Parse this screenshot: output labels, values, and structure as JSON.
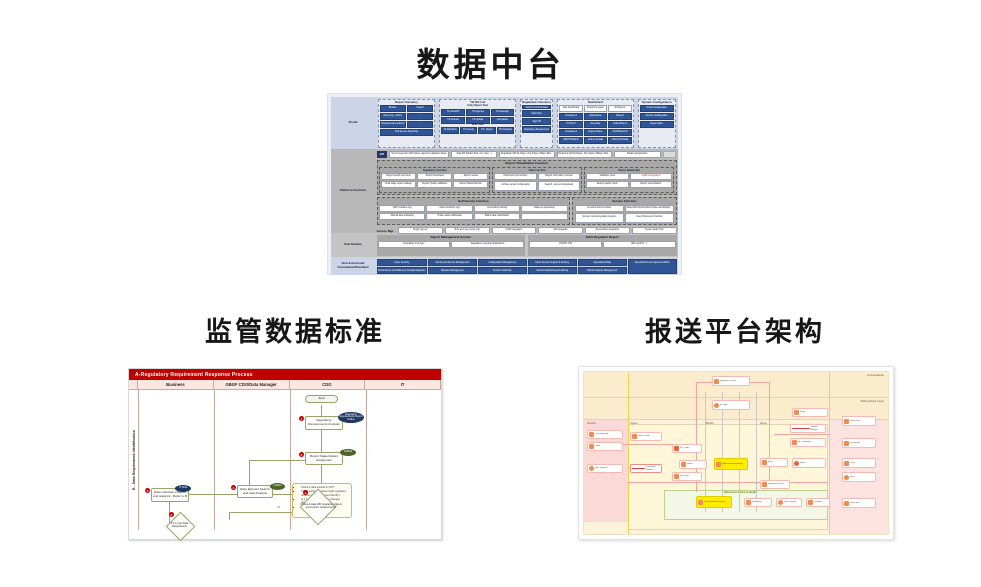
{
  "slide": {
    "main_title": "数据中台",
    "subtitle_left": "监管数据标准",
    "subtitle_right": "报送平台架构"
  },
  "architecture": {
    "rows": {
      "portal": "Portal",
      "platform": "Platform Function",
      "submodule": "Sub-Module",
      "nfr": "Non-Functional Foundation/Standard"
    },
    "portal": {
      "report_inventory": {
        "title": "Report Inventory",
        "cells": [
          "Browse",
          "Search",
          "Entry (reg. / EUC)",
          "...",
          "Checkout (dev & EUC)",
          "...",
          "Self Service Reporting"
        ]
      },
      "todo_list": {
        "title": "TO-DO List",
        "sub1": "Entry Report Task",
        "cells1": [
          "TS-ACCEPT",
          "TS-Approve",
          "TS-Reassign",
          "TS-Convert",
          "TS-Upload",
          "Completed"
        ],
        "sub2": "MUG Task",
        "cells2": [
          "TS-Distribute",
          "TS-Accept",
          "TS - Reject",
          "TS-Complete"
        ]
      },
      "regulation_inventory": {
        "title": "Regulation Inventory",
        "cells": [
          "Search and download",
          "Subscribe",
          "Sign Off",
          "Regulatory Requirement"
        ]
      },
      "dashboard": {
        "title": "Dashboard",
        "columns": [
          "Task Dashboard",
          "Reporting status",
          "RA Report"
        ],
        "cells": [
          "Complete #",
          "Applications",
          "Rules #",
          "TO-DO #",
          "Due Date",
          "Failed Rule #",
          "Complete #",
          "Report Status",
          "CDO/Branch #",
          "DEPTH/SED #",
          "Link for Details",
          "History RA Data"
        ]
      },
      "system": {
        "title": "System Configuration",
        "cells": [
          "Portal Configuration",
          "Service Configuration",
          "Report Alert"
        ]
      }
    },
    "api": {
      "tag": "API",
      "items": [
        "Report Inventory API (Name, Element validation Rule)",
        "Task API (Model Task, Act, User…)",
        "Regulation API (E-Name, Org Status, #Data, #Failed…)",
        "RA Result (API E-Name, Org Status, #Data, #Failed…)",
        "Module Registration",
        "..."
      ]
    },
    "report_visualization": {
      "title": "Report Visualization Function",
      "groups": [
        {
          "title": "Regulatory reporting",
          "cells": [
            "Report search and view",
            "Report Download",
            "Report review",
            "Final stage report makeup",
            "Report Quality validation",
            "Report Status Monitor"
          ]
        },
        {
          "title": "Report archive",
          "cells": [
            "Historical report archive",
            "Report information records",
            "Archive period configuration",
            "Search, view and download"
          ]
        },
        {
          "title": "Report Quality Mgt",
          "cells": [
            "Validation rules",
            "Calibra integration",
            "Report quality check",
            "Report reconciliation"
          ]
        }
      ]
    },
    "self_service": {
      "title": "Self Service Function",
      "cells": [
        "CDP interface mgt",
        "Data extraction mgt",
        "Connectivity testing",
        "Data pre-processing",
        "Manual data uploading",
        "Online data modification",
        "Batch data modification",
        "..."
      ]
    },
    "service_function": {
      "title": "Service Function",
      "cells": [
        "E-mail service Function",
        "Subscribe/Unsubscribe/Create user/Registration…",
        "Service monitoring table Function",
        "User Preference Function"
      ]
    },
    "access_mgt": {
      "tag": "Access Mgt.",
      "cells": [
        "Single sign-on",
        "Role and user group mgt",
        "OAM integration",
        "AD integration",
        "ServiceNow integration",
        "System Audit Trail"
      ]
    },
    "submodule": {
      "report_management": {
        "title": "Report Management System",
        "cells": [
          "Regulatory inventory",
          "Regulatory reporting applications"
        ]
      },
      "dbci_report": {
        "title": "DACI Regulator Report",
        "cells": [
          "JINSHU 159",
          "URLs (EAST…)"
        ]
      }
    },
    "nfr_cells": [
      "Cyber Security",
      "Identity and Access Management",
      "Configuration Management",
      "Client Service Support & Delivery",
      "Operational Data",
      "Operational Level Agreement/SLA",
      "Performance and Efficiency Testing/Integration",
      "Release Management",
      "Service Continuity",
      "Service Monitoring and Alerting",
      "Global Capacity Management"
    ]
  },
  "flowchart": {
    "header": "A-Regulatory Requirement Response Process",
    "lanes": [
      "Business",
      "GBGF CDO/Data Manager",
      "CDO",
      "IT"
    ],
    "side_label": "B - Data Requirement Identification",
    "nodes": {
      "start": "Start",
      "n1": "Regulatory Requirements Analysis",
      "n1_tag": "Regulatory Requirements Report Outline",
      "n2": "Report Stakeholders Assignment",
      "n2_tag": "Collibra",
      "n3": "Data Element Search and Gap Analysis",
      "n3_tag": "Collibra",
      "d4": "If Moved data fulfil regulatory data & governance requirements?",
      "n5": "Data collection process and analysis - Refer to B",
      "n5_tag": "IT Tools",
      "d6": "If it is new Data Requirement"
    },
    "callout": {
      "items": [
        "Check if data existed in CIP?",
        "If data collect consistent with regulatory request and can be used directly?",
        "Is it new requirements or changed requirements?",
        "......"
      ]
    },
    "edge_labels": [
      "Yes",
      "No"
    ],
    "badges": [
      "1",
      "2",
      "3",
      "4",
      "5",
      "6"
    ]
  },
  "platform": {
    "zones": {
      "consumption": "Consumption",
      "data_archive": "Data Archive Layer",
      "source": "Source",
      "ingest": "Ingest",
      "model": "Model",
      "serve": "Serve",
      "governance": "Data Governance & Quality",
      "security": "Security"
    },
    "nodes": [
      "Data Lake",
      "ODS",
      "EDW",
      "Data Mart",
      "ETL Jobs",
      "Kafka",
      "Hive",
      "Spark",
      "Report Engine",
      "API Gateway",
      "Scheduler",
      "Metadata",
      "Data Quality",
      "Lineage",
      "MDM",
      "Regulatory Mart",
      "Batch Load",
      "Real-time Stream",
      "File Drop",
      "Core Banking",
      "CRM",
      "Risk System",
      "Regulator Portal",
      "BI Tools"
    ],
    "highlights": [
      "Regulatory Reporting",
      "Data Standard Engine"
    ],
    "colors": {
      "accent": "#f08b52",
      "highlight": "#ffec00",
      "zone_pink": "#fbd9d6",
      "zone_cream": "#fbeccd",
      "line": "#f2a5a0"
    }
  }
}
